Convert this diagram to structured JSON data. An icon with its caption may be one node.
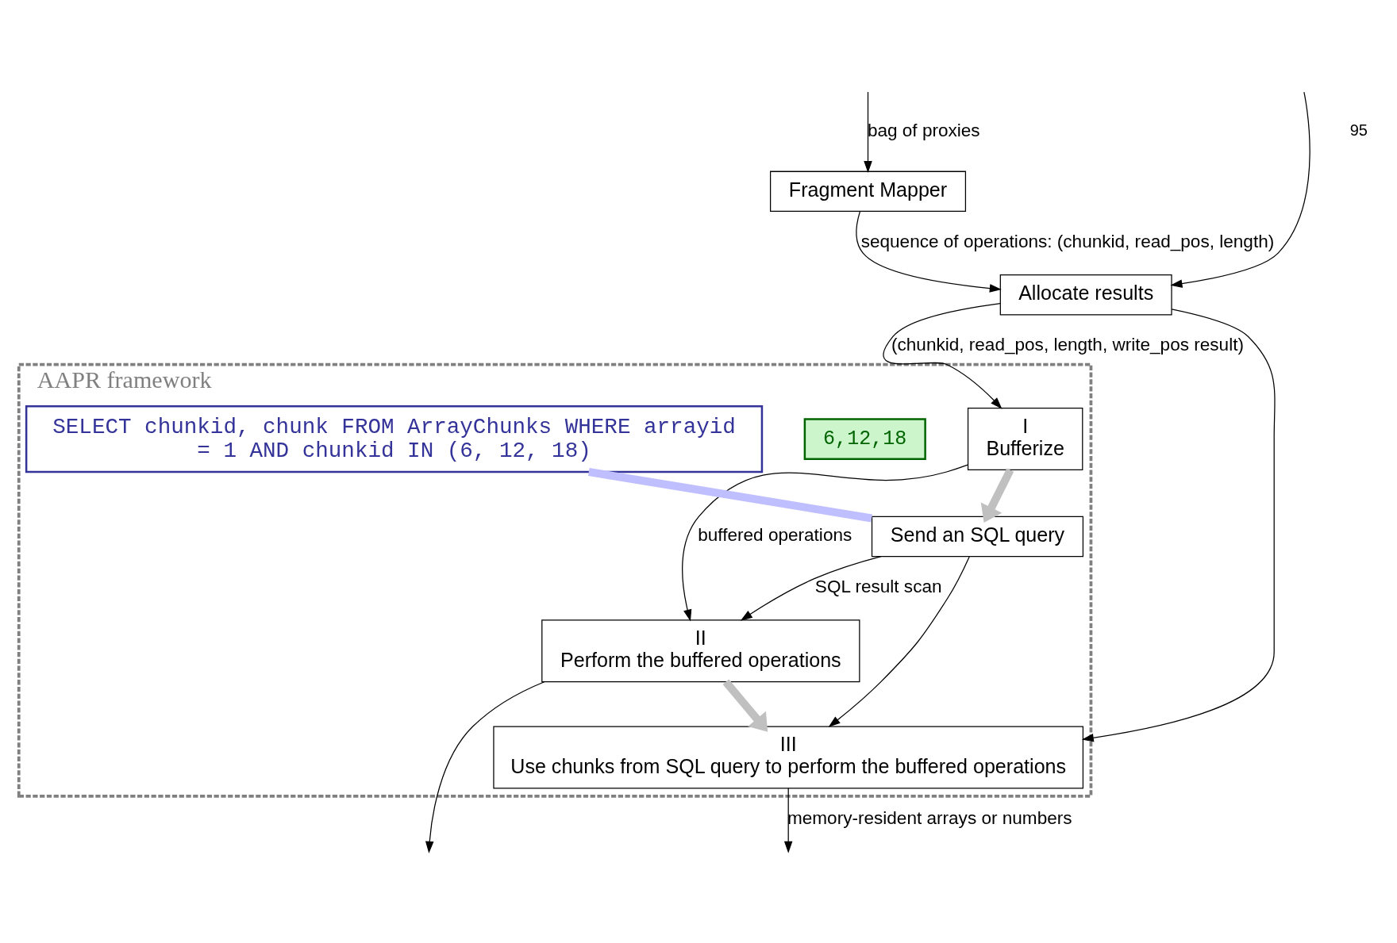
{
  "diagram": {
    "nodes": [
      {
        "text": [
          "AAPR framework"
        ]
      },
      {
        "text": [
          "Fragment Mapper"
        ]
      },
      {
        "text": [
          "Allocate results"
        ]
      },
      {
        "text": [
          "I",
          "Bufferize"
        ],
        "in": 0
      },
      {
        "text": [
          "Send an SQL query"
        ],
        "in": 0
      },
      {
        "text": [
          "III",
          "Use chunks from SQL query to perform the buffered operations"
        ],
        "in": 0
      },
      {
        "text": [
          "II",
          "Perform the buffered operations"
        ],
        "in": 0
      },
      {
        "text": [
          "6,12,18"
        ],
        "in": 0
      },
      {
        "text": [
          "SELECT chunkid, chunk FROM ArrayChunks WHERE arrayid = 1 AND chunkid IN (6, 12, 18)"
        ],
        "in": 0
      }
    ],
    "edges": [
      {
        "from": null,
        "to": 1,
        "arrow": "to",
        "label": "bag of proxies"
      },
      {
        "from": null,
        "to": 2,
        "arrow": "to"
      },
      {
        "from": 1,
        "to": 2,
        "arrow": "to",
        "label": "sequence of operations: (chunkid, read_pos, length)"
      },
      {
        "from": 2,
        "to": 3,
        "arrow": "to",
        "label": "(chunkid, read_pos, length, write_pos result)"
      },
      {
        "from": 2,
        "to": 5,
        "arrow": "to"
      },
      {
        "from": 3,
        "to": 6,
        "arrow": "to",
        "label": "buffered operations"
      },
      {
        "from": 4,
        "to": 6,
        "arrow": "to",
        "label": "SQL result scan"
      },
      {
        "from": 4,
        "to": 5,
        "arrow": "to"
      },
      {
        "from": 3,
        "to": 4,
        "arrow": "to",
        "style": "thick",
        "color": "#c0c0c0"
      },
      {
        "from": 6,
        "to": 5,
        "arrow": "to",
        "style": "thick",
        "color": "#c0c0c0"
      },
      {
        "from": 8,
        "to": 4,
        "arrow": "none",
        "style": "thick",
        "color": "#bfbfff"
      },
      {
        "from": 5,
        "to": null,
        "arrow": "to",
        "label": "memory-resident arrays or numbers"
      },
      {
        "from": 6,
        "to": null,
        "arrow": "to"
      }
    ],
    "labels": [
      "95"
    ]
  }
}
